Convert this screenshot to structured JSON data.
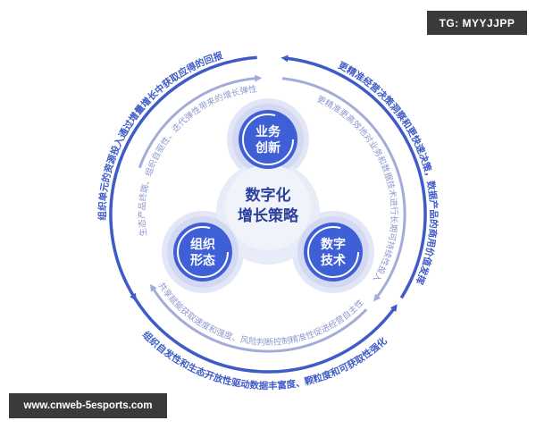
{
  "center": {
    "line1": "数字化",
    "line2": "增长策略"
  },
  "nodes": [
    {
      "line1": "业务",
      "line2": "创新"
    },
    {
      "line1": "组织",
      "line2": "形态"
    },
    {
      "line1": "数字",
      "line2": "技术"
    }
  ],
  "outer_ring": {
    "left": "组织单元的资源投入通过增量增长中获取应得的回报",
    "right": "更精准经营决策洞察和更快速决策，数据产品的商用价值发挥",
    "bottom": "组织自发性和生态开放性驱动数据丰富度、颗粒度和可获取性强化"
  },
  "inner_ring": {
    "left": "生态产品终端、组织自驱性、迭代弹性带来的增长弹性",
    "right": "更精准更高效地对业务和数据技术进行长期可持续性投入",
    "bottom": "共享赋能获取速度和强度、风险判断控制精准性促进经营自主性"
  },
  "watermarks": {
    "top_right": "TG: MYYJJPP",
    "bottom_left": "www.cnweb-5esports.com"
  },
  "colors": {
    "outer": "#3e5bc7",
    "inner": "#8d98cf",
    "node": "#3f5fd6",
    "halo": "#d3d9f3"
  }
}
